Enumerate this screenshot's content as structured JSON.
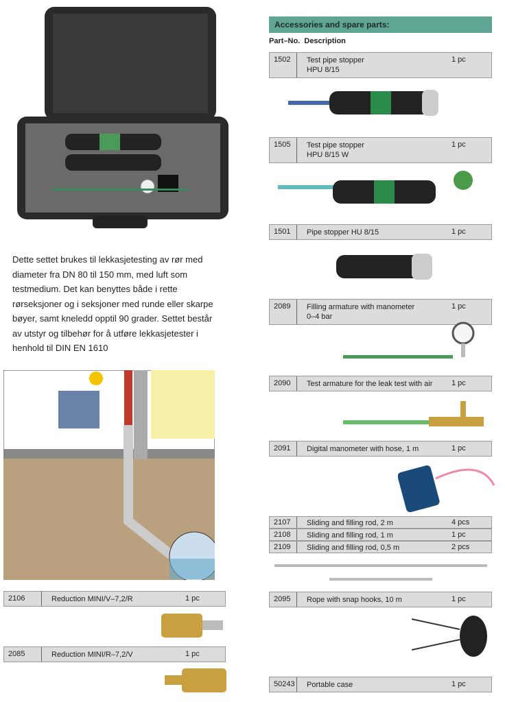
{
  "header": {
    "title": "Accessories and spare parts:",
    "col_part": "Part–No.",
    "col_desc": "Description"
  },
  "description": "Dette settet brukes til lekkasjetesting av rør med diameter fra DN 80 til 150 mm, med luft som testmedium. Det kan benyttes både i rette rørseksjoner og i seksjoner med runde eller skarpe bøyer, samt kneledd opptil 90 grader. Settet består av utstyr og tilbehør for å utføre lekkasjetester i henhold til DIN EN 1610",
  "parts": [
    {
      "no": "1502",
      "desc": "Test pipe stopper",
      "desc2": "HPU 8/15",
      "qty": "1 pc"
    },
    {
      "no": "1505",
      "desc": "Test pipe stopper",
      "desc2": "HPU 8/15 W",
      "qty": "1 pc"
    },
    {
      "no": "1501",
      "desc": "Pipe stopper HU 8/15",
      "qty": "1 pc"
    },
    {
      "no": "2089",
      "desc": "Filling armature with manometer",
      "desc2": "0–4 bar",
      "qty": "1 pc"
    },
    {
      "no": "2090",
      "desc": "Test armature for the leak test with air",
      "qty": "1 pc"
    },
    {
      "no": "2091",
      "desc": "Digital manometer with hose, 1 m",
      "qty": "1 pc"
    },
    {
      "no": "2107",
      "desc": "Sliding and filling rod, 2 m",
      "qty": "4 pcs"
    },
    {
      "no": "2108",
      "desc": "Sliding and filling rod, 1 m",
      "qty": "1 pc"
    },
    {
      "no": "2109",
      "desc": "Sliding and filling rod, 0,5 m",
      "qty": "2 pcs"
    },
    {
      "no": "2095",
      "desc": "Rope with snap hooks, 10 m",
      "qty": "1 pc"
    },
    {
      "no": "50243",
      "desc": "Portable case",
      "qty": "1 pc"
    },
    {
      "no": "2106",
      "desc": "Reduction MINI/V–7,2/R",
      "qty": "1 pc"
    },
    {
      "no": "2085",
      "desc": "Reduction MINI/R–7,2/V",
      "qty": "1 pc"
    }
  ]
}
